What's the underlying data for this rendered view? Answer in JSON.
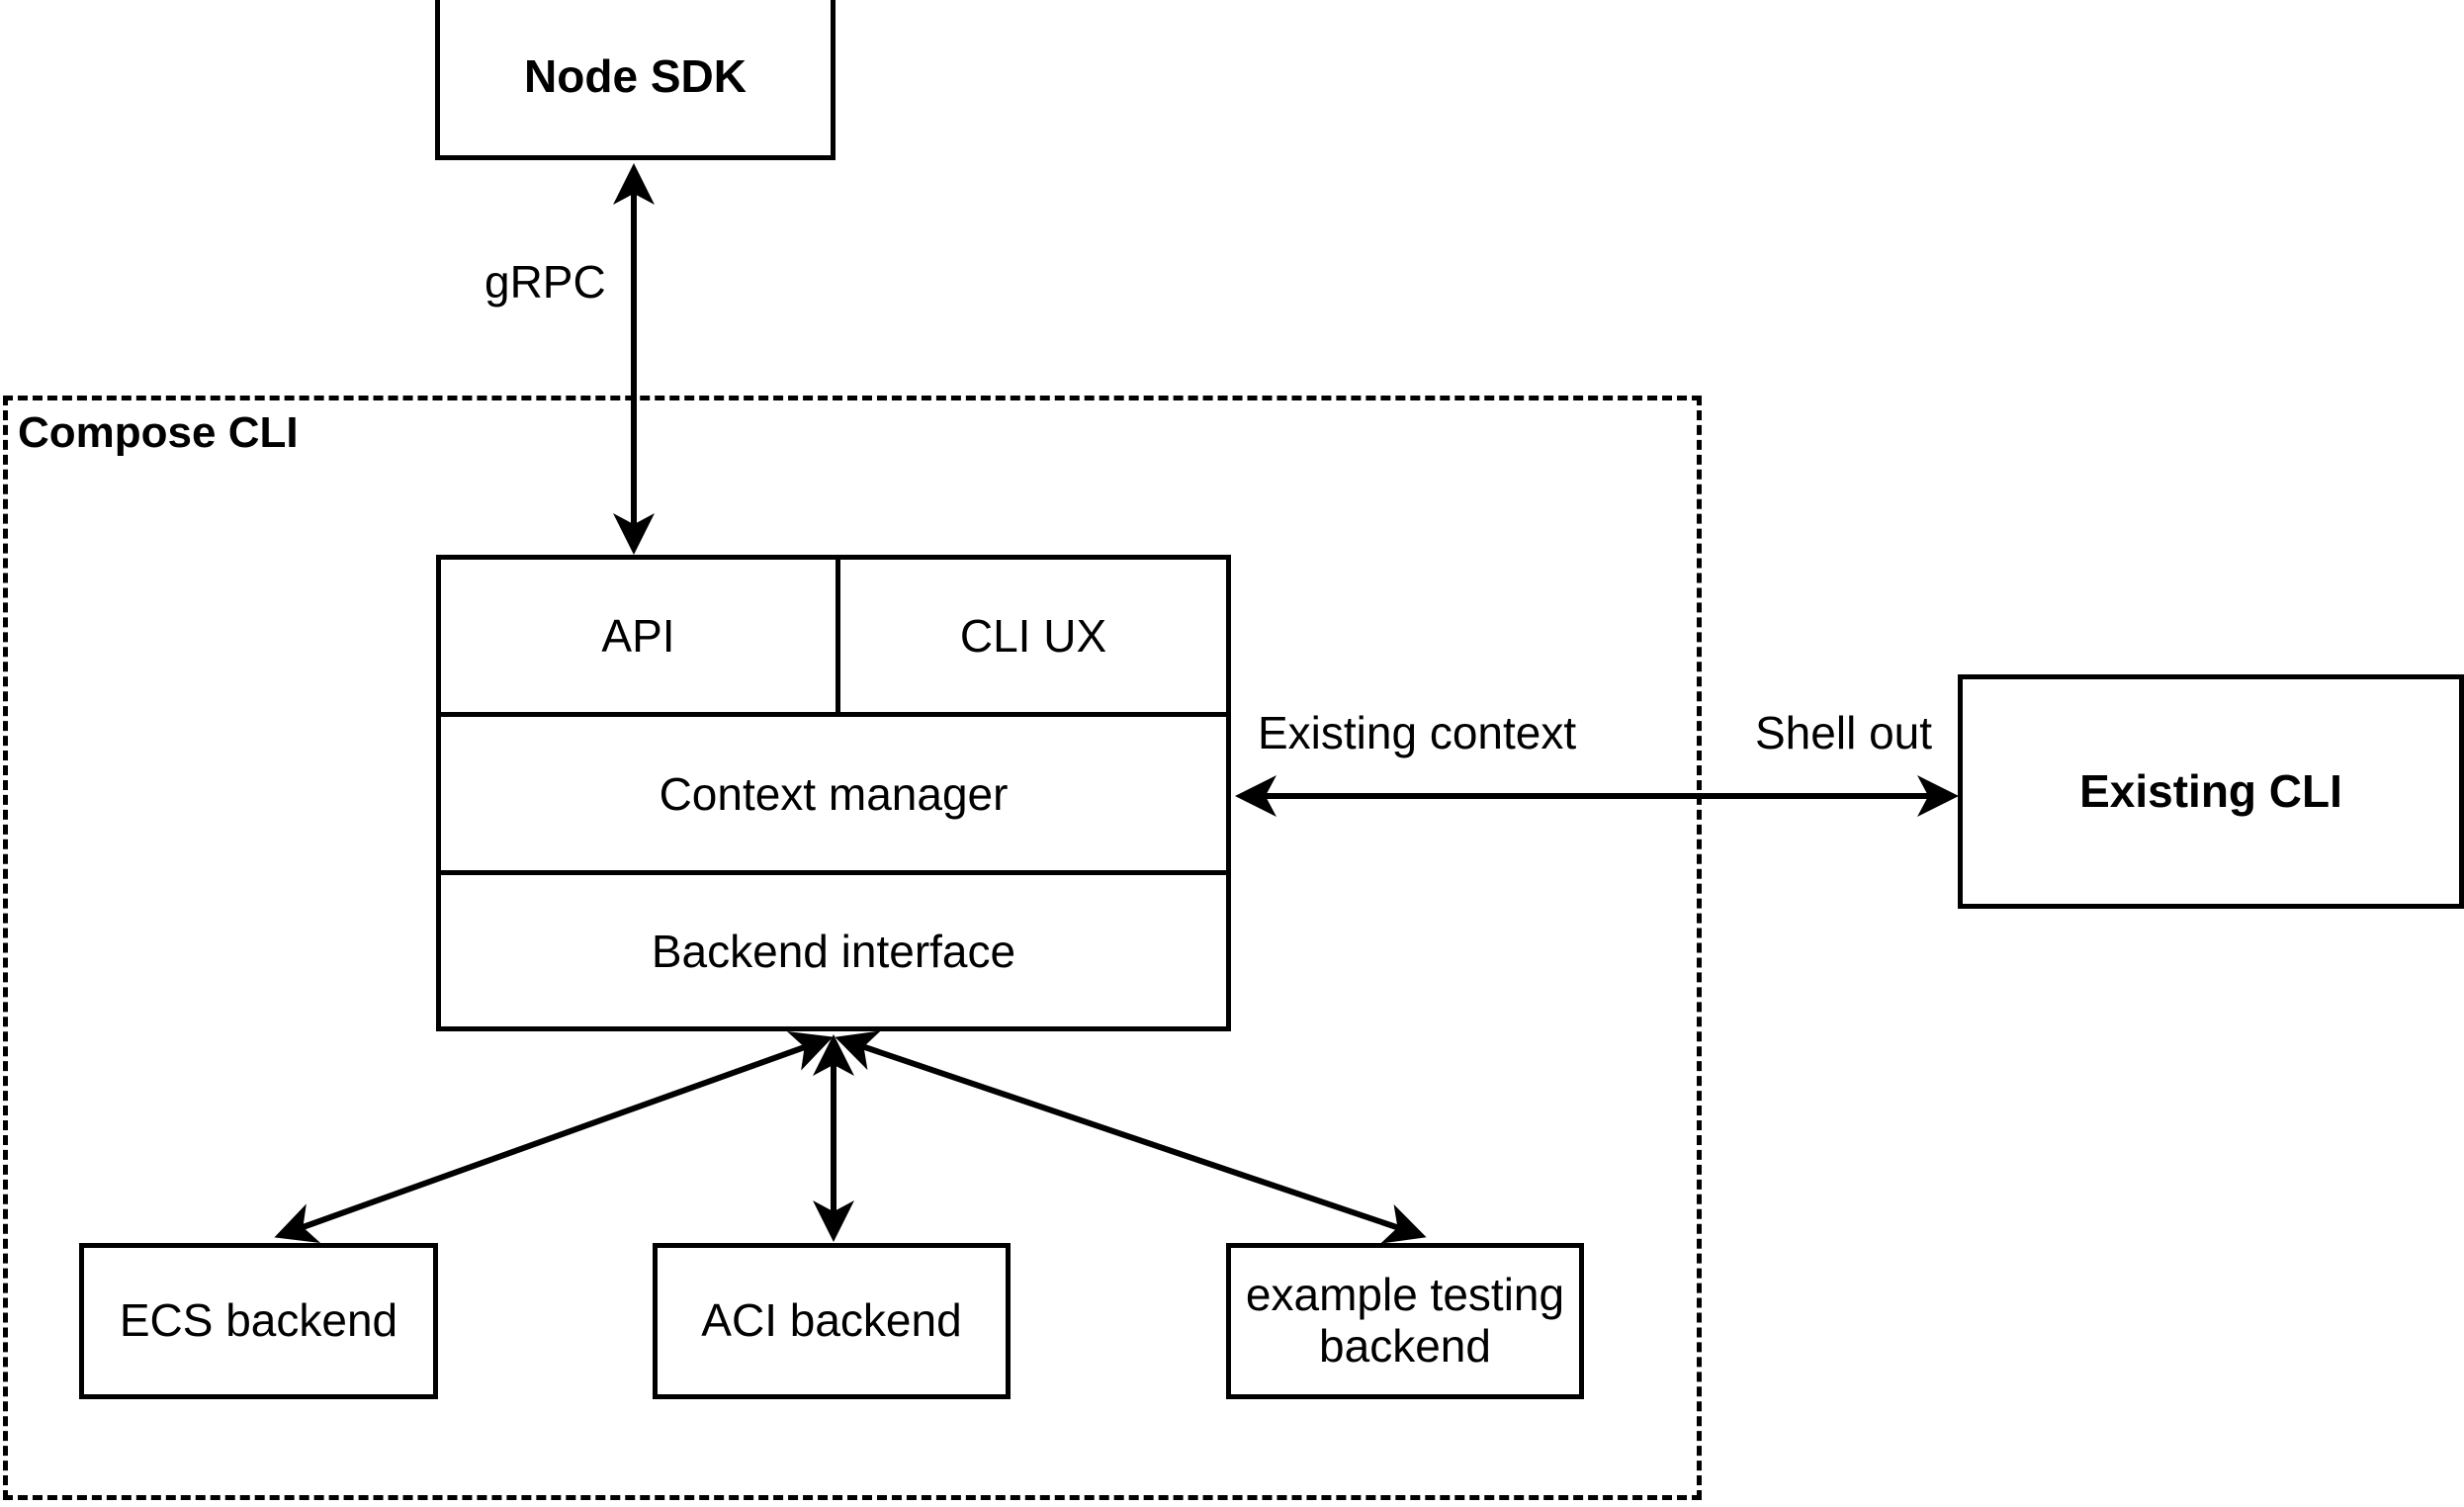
{
  "diagram": {
    "title_label": "Compose CLI",
    "nodes": {
      "node_sdk": {
        "label": "Node SDK"
      },
      "existing_cli": {
        "label": "Existing CLI"
      },
      "api": {
        "label": "API"
      },
      "cli_ux": {
        "label": "CLI UX"
      },
      "context_manager": {
        "label": "Context manager"
      },
      "backend_interface": {
        "label": "Backend interface"
      },
      "ecs_backend": {
        "label": "ECS backend"
      },
      "aci_backend": {
        "label": "ACI backend"
      },
      "example_testing_backend_line1": "example testing",
      "example_testing_backend_line2": "backend"
    },
    "edges": {
      "grpc": {
        "label": "gRPC"
      },
      "existing_context": {
        "label": "Existing context"
      },
      "shell_out": {
        "label": "Shell out"
      }
    },
    "colors": {
      "stroke": "#000000",
      "fill": "#ffffff"
    }
  }
}
